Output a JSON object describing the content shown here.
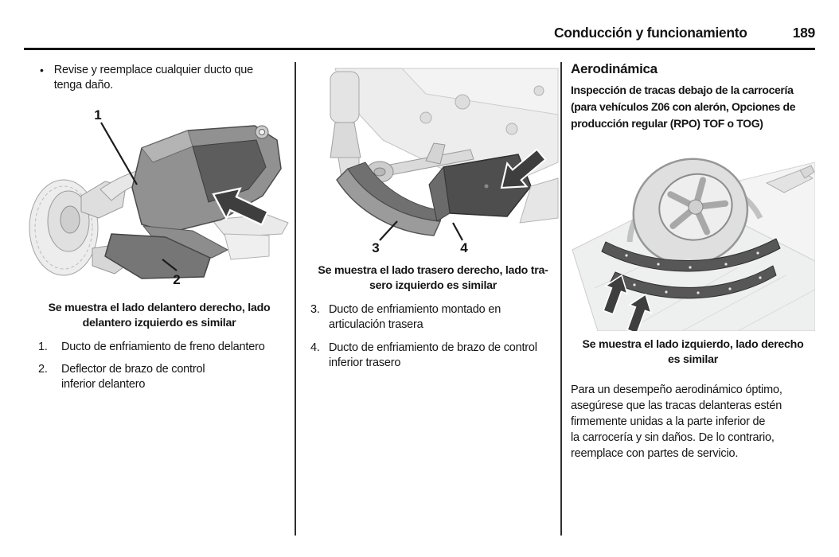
{
  "header": {
    "title": "Conducción y funcionamiento",
    "page_number": "189"
  },
  "left_column": {
    "bullet_glyph": "•",
    "bullet": "Revise y reemplace cualquier ducto que\ntenga daño.",
    "figure": {
      "name": "front-brake-cooling-duct-illustration",
      "callouts": [
        {
          "label": "1"
        },
        {
          "label": "2"
        }
      ]
    },
    "caption": "Se muestra el lado delantero derecho, lado\ndelantero izquierdo es similar",
    "items": [
      {
        "num": "1.",
        "text": "Ducto de enfriamiento de freno delantero"
      },
      {
        "num": "2.",
        "text": "Deflector de brazo de control\ninferior delantero"
      }
    ]
  },
  "middle_column": {
    "figure": {
      "name": "rear-cooling-ducts-illustration",
      "callouts": [
        {
          "label": "3"
        },
        {
          "label": "4"
        }
      ]
    },
    "caption": "Se muestra el lado trasero derecho, lado tra-\nsero izquierdo es similar",
    "items": [
      {
        "num": "3.",
        "text": "Ducto de enfriamiento montado en\narticulación trasera"
      },
      {
        "num": "4.",
        "text": "Ducto de enfriamiento de brazo de control\ninferior trasero"
      }
    ]
  },
  "right_column": {
    "heading": "Aerodinámica",
    "subheading": "Inspección de tracas debajo de la carrocería\n(para vehículos Z06 con alerón, Opciones de\nproducción regular (RPO) TOF o TOG)",
    "figure": {
      "name": "underbody-strakes-illustration"
    },
    "caption": "Se muestra el lado izquierdo, lado derecho\nes similar",
    "paragraph": "Para un desempeño aerodinámico óptimo,\nasegúrese que las tracas delanteras estén\nfirmemente unidas a la parte inferior de\nla carrocería y sin daños. De lo contrario,\nreemplace con partes de servicio."
  }
}
